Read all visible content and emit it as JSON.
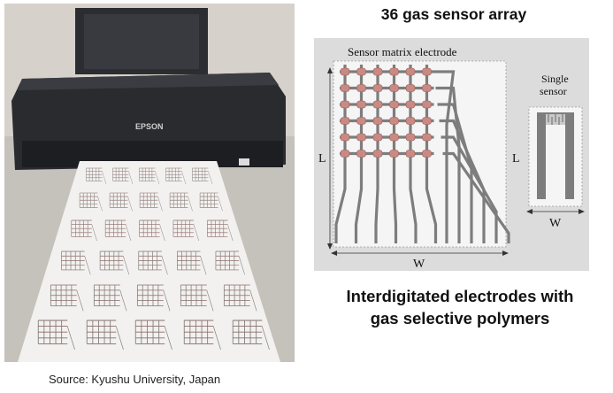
{
  "photo": {
    "printer_brand": "EPSON"
  },
  "source_note": "Source: Kyushu University, Japan",
  "figure": {
    "title": "36 gas sensor array",
    "matrix_label": "Sensor matrix  electrode",
    "single_sensor_label_line1": "Single",
    "single_sensor_label_line2": "sensor",
    "length_label": "L",
    "width_label": "W",
    "length_label_single": "L",
    "width_label_single": "W"
  },
  "caption": {
    "line1": "Interdigitated electrodes with",
    "line2": "gas selective polymers"
  },
  "colors": {
    "electrode": "#7d7d7d",
    "sensor_pad": "#c98a84",
    "paper": "#f3f1ef",
    "printer_body": "#26272b"
  }
}
